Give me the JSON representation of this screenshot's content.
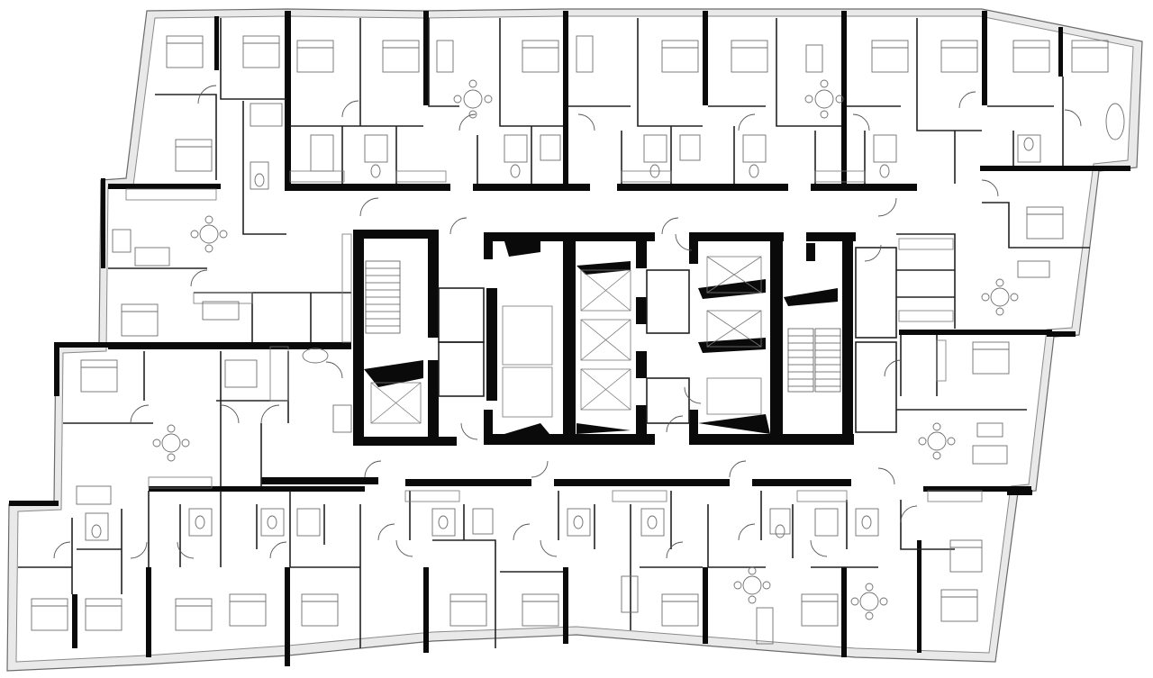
{
  "plan": {
    "type": "residential floor plan",
    "colors": {
      "walls": "#0a0a0a",
      "facade": "#e9e9e9",
      "lines": "#6f6f6f",
      "background": "#ffffff"
    },
    "core": {
      "stairwells": 2,
      "elevator_shafts": 6
    },
    "units": {
      "north_row": 7,
      "south_row": 7,
      "west_side": 3,
      "east_side": 3
    },
    "text_labels": []
  }
}
